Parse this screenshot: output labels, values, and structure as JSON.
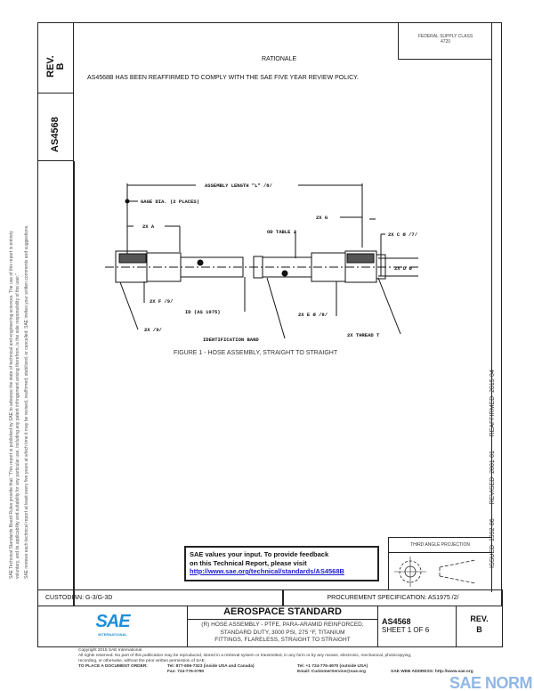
{
  "side_panel": {
    "rev_label": "REV.",
    "rev_value": "B",
    "doc_number": "AS4568"
  },
  "header": {
    "fsc_label": "FEDERAL SUPPLY CLASS",
    "fsc_value": "4720",
    "rationale_title": "RATIONALE",
    "rationale_text": "AS4568B HAS BEEN REAFFIRMED TO COMPLY WITH THE SAE FIVE YEAR REVIEW POLICY."
  },
  "left_margin": {
    "line1": "SAE Technical Standards Board Rules provide that: \"This report is published by SAE to advance the state of technical and engineering sciences. The use of this report is entirely",
    "line2": "voluntary, and its applicability and suitability for any particular use, including any patent infringement arising therefrom, is the sole responsibility of the user.\"",
    "line3": "SAE reviews each technical report at least every five years at which time it may be revised, reaffirmed, stabilized, or cancelled. SAE invites your written comments and suggestions."
  },
  "right_margin": {
    "issued": "ISSUED 1992-06",
    "revised": "REVISED 2001-01",
    "reaffirmed": "REAFFIRMED 2015-04"
  },
  "drawing": {
    "labels": {
      "assembly_length": "ASSEMBLY LENGTH \"L\" /8/",
      "gage_dia": "GAGE DIA. (2 PLACES)",
      "a": "2X A",
      "g": "2X G",
      "c": "2X C Ø /7/",
      "od": "OD TABLE 2",
      "d": "2X D Ø",
      "f": "2X F /9/",
      "id": "ID (AS 1975)",
      "e": "2X E Ø /8/",
      "x9": "2X /9/",
      "band": "IDENTIFICATION BAND",
      "thread": "2X THREAD T"
    },
    "caption": "FIGURE 1 - HOSE ASSEMBLY, STRAIGHT TO STRAIGHT"
  },
  "feedback": {
    "line1": "SAE values your input. To provide feedback",
    "line2": "on this Technical Report, please visit",
    "link": "http://www.sae.org/technical/standards/AS4568B"
  },
  "projection": {
    "label": "THIRD ANGLE PROJECTION"
  },
  "custodian": "CUSTODIAN: G-3/G-3D",
  "procurement": "PROCUREMENT SPECIFICATION: AS1975 /2/",
  "title_block": {
    "logo": "SAE",
    "logo_sub": "INTERNATIONAL",
    "heading": "AEROSPACE STANDARD",
    "desc1": "(R) HOSE ASSEMBLY - PTFE, PARA-ARAMID REINFORCED,",
    "desc2": "STANDARD DUTY, 3000 PSI, 275 °F, TITANIUM",
    "desc3": "FITTINGS, FLARELESS, STRAIGHT TO STRAIGHT",
    "doc": "AS4568",
    "sheet": "SHEET 1 OF 6",
    "rev_label": "REV.",
    "rev_value": "B"
  },
  "footer": {
    "copyright": "Copyright 2015 SAE International",
    "rights": "All rights reserved. No part of this publication may be reproduced, stored in a retrieval system or transmitted, in any form or by any means, electronic, mechanical, photocopying,",
    "rights2": "recording, or otherwise, without the prior written permission of SAE.",
    "order_label": "TO PLACE A DOCUMENT ORDER:",
    "tel1": "Tel: 877-606-7323 (inside USA and Canada)",
    "fax": "Fax: 724-776-0790",
    "tel2": "Tel: +1 724-776-4970 (outside USA)",
    "email": "Email: CustomerService@sae.org",
    "web": "SAE WEB ADDRESS: http://www.sae.org",
    "watermark": "SAE NORM"
  },
  "colors": {
    "link": "#1a1ad0",
    "logo": "#1f8fd8"
  }
}
